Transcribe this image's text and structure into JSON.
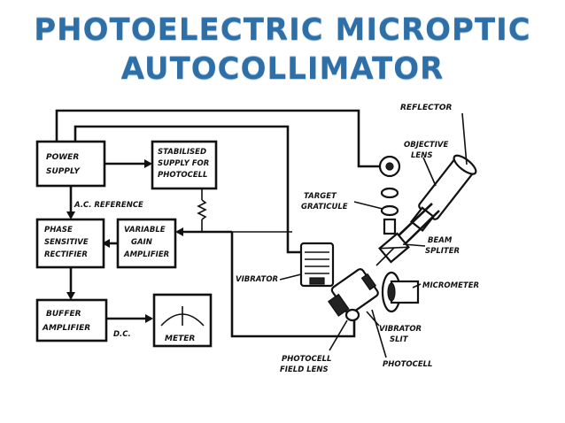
{
  "title": {
    "line1": "PHOTOELECTRIC MICROPTIC",
    "line2": "AUTOCOLLIMATOR"
  },
  "boxes": {
    "power_supply": [
      "POWER",
      "SUPPLY"
    ],
    "stabilised_supply": [
      "STABILISED",
      "SUPPLY FOR",
      "PHOTOCELL"
    ],
    "phase_rectifier": [
      "PHASE",
      "SENSITIVE",
      "RECTIFIER"
    ],
    "variable_gain": [
      "VARIABLE",
      "GAIN",
      "AMPLIFIER"
    ],
    "buffer_amplifier": [
      "BUFFER",
      "AMPLIFIER"
    ],
    "meter": "METER"
  },
  "labels": {
    "ac_reference": "A.C. REFERENCE",
    "dc": "D.C.",
    "reflector": "REFLECTOR",
    "objective_lens": [
      "OBJECTIVE",
      "LENS"
    ],
    "target_graticule": [
      "TARGET",
      "GRATICULE"
    ],
    "beam_splitter": [
      "BEAM",
      "SPLITER"
    ],
    "vibrator": "VIBRATOR",
    "micrometer": "MICROMETER",
    "vibrator_slit": [
      "VIBRATOR",
      "SLIT"
    ],
    "photocell_field_lens": [
      "PHOTOCELL",
      "FIELD LENS"
    ],
    "photocell": "PHOTOCELL"
  }
}
